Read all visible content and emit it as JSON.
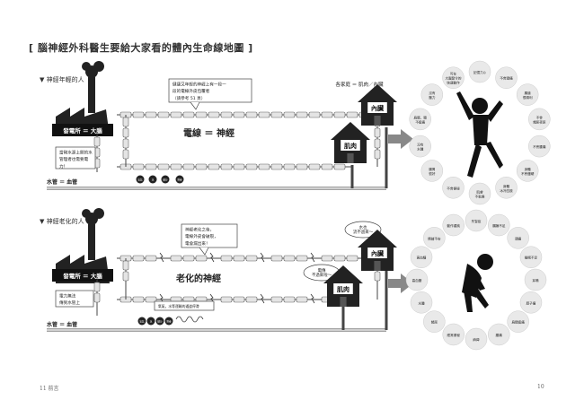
{
  "title": "[ 腦神經外科醫生要給大家看的體內生命線地圖 ]",
  "young": {
    "section_label": "▼ 神經年輕的人",
    "power_plant": "發電所 ＝ 大腦",
    "callout_top": [
      "健康又年輕的神經上有一段一",
      "段的電線外皮包覆者",
      "（請參考 51 頁）"
    ],
    "callout_left": [
      "當剛水源上開的水",
      "管理者也需要電",
      "力！"
    ],
    "wire_label": "電線 ＝ 神經",
    "homes_label": "各家庭 ＝ 肌肉／內臟",
    "house_organ": "內臟",
    "house_muscle": "肌肉",
    "water_label": "水管 ＝ 血管",
    "bubbles": [
      "氧氣",
      "水",
      "糖分",
      "營養"
    ],
    "circle_labels": [
      "記憶力◎",
      "不會頭痛",
      "腸道\n很順利",
      "不會\n頻尿夜尿",
      "不會腰痛",
      "身體\n不會僵硬",
      "身體\n冰冷四肢",
      "肌膚\n不乾燥",
      "不會便秘",
      "腸胃\n很好",
      "沒有\n水腫",
      "肩膀、頸\n不痠痛",
      "沒有\n壓力",
      "可在\n大腦發令的\n快速動作"
    ]
  },
  "aged": {
    "section_label": "▼ 神經老化的人",
    "power_plant": "發電所 ＝ 大腦",
    "callout_top": [
      "神經老化之後，",
      "電線外皮會破裂，",
      "電會漏出來！"
    ],
    "callout_left": [
      "電力無法",
      "傳到水管上"
    ],
    "callout_bottom": "氧氣，水等運輸的通道停滯",
    "wire_label": "老化的神經",
    "bubble_organ": [
      "水也",
      "流不過來～"
    ],
    "bubble_muscle": [
      "電傳",
      "不過來啦～"
    ],
    "house_organ": "內臟",
    "house_muscle": "肌肉",
    "water_label": "水管 ＝ 血管",
    "bubbles": [
      "氧氣",
      "水",
      "糖分",
      "營養"
    ],
    "circle_labels": [
      "失智症",
      "腸躁不足",
      "頭痛",
      "睡眠不足",
      "耳鳴",
      "脖子痛",
      "肩頸痠痛",
      "腰痛",
      "麻痺",
      "經常便秘",
      "頻尿",
      "水腫",
      "高血壓",
      "高血糖",
      "情緒不安",
      "動作遲鈍"
    ]
  },
  "footer": {
    "left": "11    前言",
    "right": "10"
  }
}
